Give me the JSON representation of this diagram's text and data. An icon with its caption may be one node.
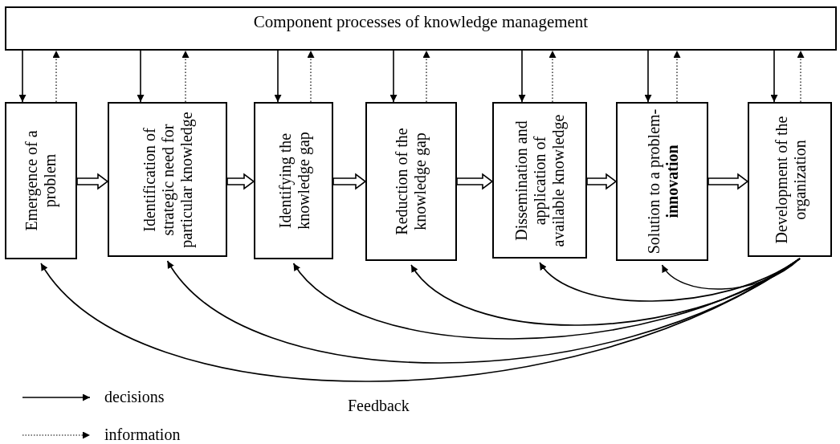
{
  "diagram": {
    "nodes": [
      {
        "text": [
          "Component processes of knowledge management"
        ]
      },
      {
        "text": [
          "Emergence of a problem"
        ]
      },
      {
        "text": [
          "Identification of strategic need for particular knowledge"
        ]
      },
      {
        "text": [
          "Identifying the knowledge gap"
        ]
      },
      {
        "text": [
          "Reduction of the knowledge gap"
        ]
      },
      {
        "text": [
          "Dissemination and application of available knowledge"
        ]
      },
      {
        "text": [
          "Solution to a problem-**innovation**"
        ]
      },
      {
        "text": [
          "Development of the organization"
        ]
      }
    ],
    "edges": [
      {
        "from": 0,
        "to": 1,
        "arrow": "to"
      },
      {
        "from": 1,
        "to": 0,
        "arrow": "to",
        "style": "dashed"
      },
      {
        "from": 0,
        "to": 2,
        "arrow": "to"
      },
      {
        "from": 2,
        "to": 0,
        "arrow": "to",
        "style": "dashed"
      },
      {
        "from": 0,
        "to": 3,
        "arrow": "to"
      },
      {
        "from": 3,
        "to": 0,
        "arrow": "to",
        "style": "dashed"
      },
      {
        "from": 0,
        "to": 4,
        "arrow": "to"
      },
      {
        "from": 4,
        "to": 0,
        "arrow": "to",
        "style": "dashed"
      },
      {
        "from": 0,
        "to": 5,
        "arrow": "to"
      },
      {
        "from": 5,
        "to": 0,
        "arrow": "to",
        "style": "dashed"
      },
      {
        "from": 0,
        "to": 6,
        "arrow": "to"
      },
      {
        "from": 6,
        "to": 0,
        "arrow": "to",
        "style": "dashed"
      },
      {
        "from": 0,
        "to": 7,
        "arrow": "to"
      },
      {
        "from": 7,
        "to": 0,
        "arrow": "to",
        "style": "dashed"
      },
      {
        "from": 1,
        "to": 2,
        "arrow": "to",
        "style": "thick"
      },
      {
        "from": 2,
        "to": 3,
        "arrow": "to",
        "style": "thick"
      },
      {
        "from": 3,
        "to": 4,
        "arrow": "to",
        "style": "thick"
      },
      {
        "from": 4,
        "to": 5,
        "arrow": "to",
        "style": "thick"
      },
      {
        "from": 5,
        "to": 6,
        "arrow": "to",
        "style": "thick"
      },
      {
        "from": 6,
        "to": 7,
        "arrow": "to",
        "style": "thick"
      },
      {
        "from": 7,
        "to": 1,
        "arrow": "to"
      },
      {
        "from": 7,
        "to": 2,
        "arrow": "to"
      },
      {
        "from": 7,
        "to": 3,
        "arrow": "to"
      },
      {
        "from": 7,
        "to": 4,
        "arrow": "to"
      },
      {
        "from": 7,
        "to": 5,
        "arrow": "to"
      },
      {
        "from": 7,
        "to": 6,
        "arrow": "to"
      }
    ],
    "labels": [
      "Feedback"
    ],
    "legend": [
      {
        "text": "decisions"
      },
      {
        "text": "information"
      }
    ]
  }
}
